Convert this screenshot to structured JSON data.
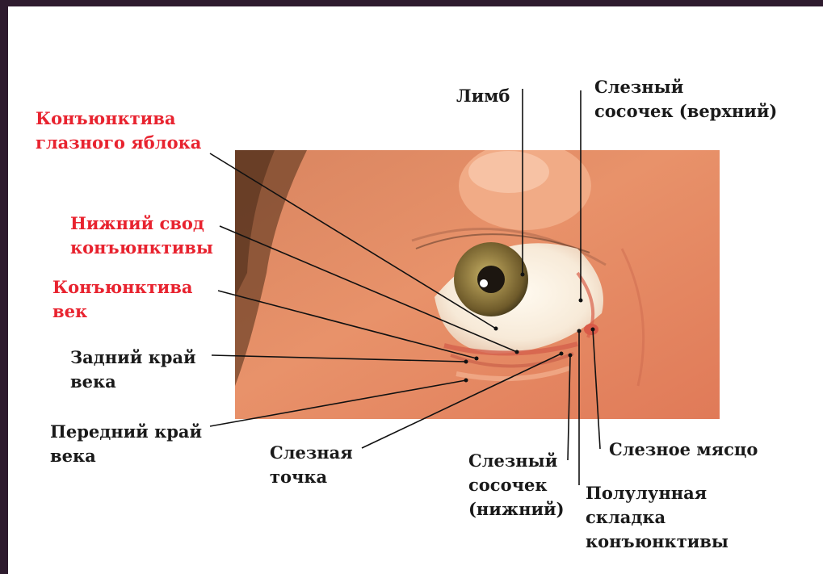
{
  "colors": {
    "frame": "#2e1b2e",
    "label_red": "#e8232f",
    "label_dark": "#1a1a1a",
    "leader": "#111111"
  },
  "labels": {
    "conj_eyeball": [
      "Конъюнктива",
      "глазного яблока"
    ],
    "lower_fornix": [
      "Нижний свод",
      "конъюнктивы"
    ],
    "conj_lids": [
      "Конъюнктива",
      "век"
    ],
    "post_lid_margin": [
      "Задний край",
      "века"
    ],
    "ant_lid_margin": [
      "Передний край",
      "века"
    ],
    "limbus": "Лимб",
    "lac_papilla_upper": [
      "Слезный",
      "сосочек (верхний)"
    ],
    "lac_punctum": [
      "Слезная",
      "точка"
    ],
    "lac_papilla_lower": [
      "Слезный",
      "сосочек",
      "(нижний)"
    ],
    "lac_caruncle": "Слезное мясцо",
    "plica_semilunaris": [
      "Полулунная",
      "складка",
      "конъюнктивы"
    ]
  }
}
